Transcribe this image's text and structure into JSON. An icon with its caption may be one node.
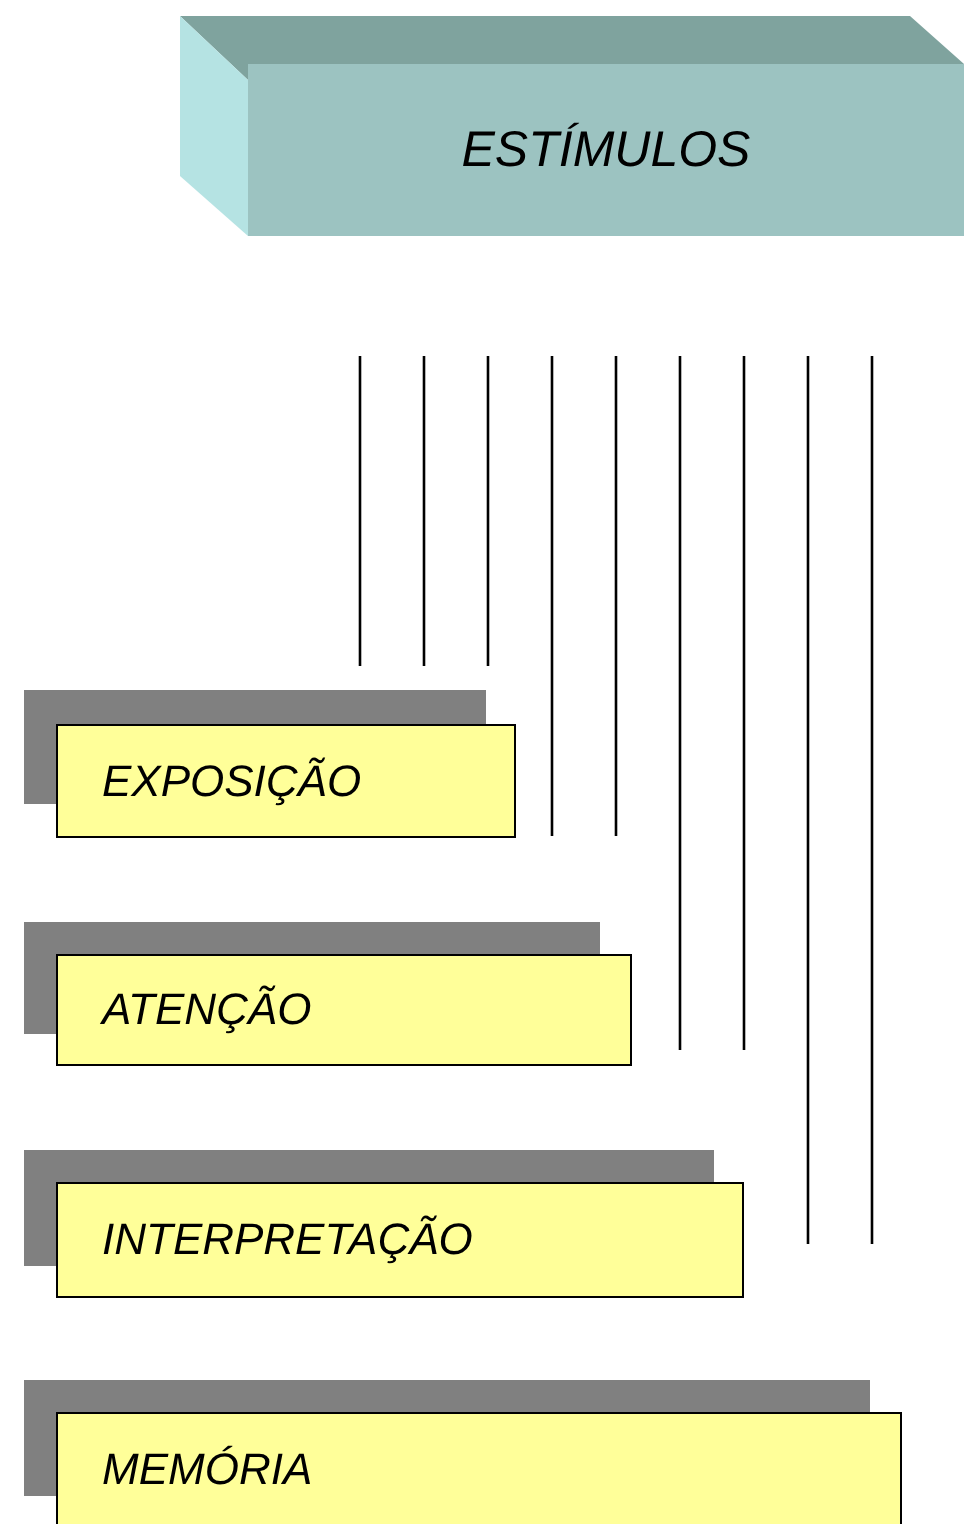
{
  "diagram": {
    "nodes": [
      {
        "text": [
          "ESTÍMULOS"
        ]
      },
      {
        "text": [
          "EXPOSIÇÃO"
        ]
      },
      {
        "text": [
          "ATENÇÃO"
        ]
      },
      {
        "text": [
          "INTERPRETAÇÃO"
        ]
      },
      {
        "text": [
          "MEMÓRIA"
        ]
      }
    ],
    "edges": []
  }
}
